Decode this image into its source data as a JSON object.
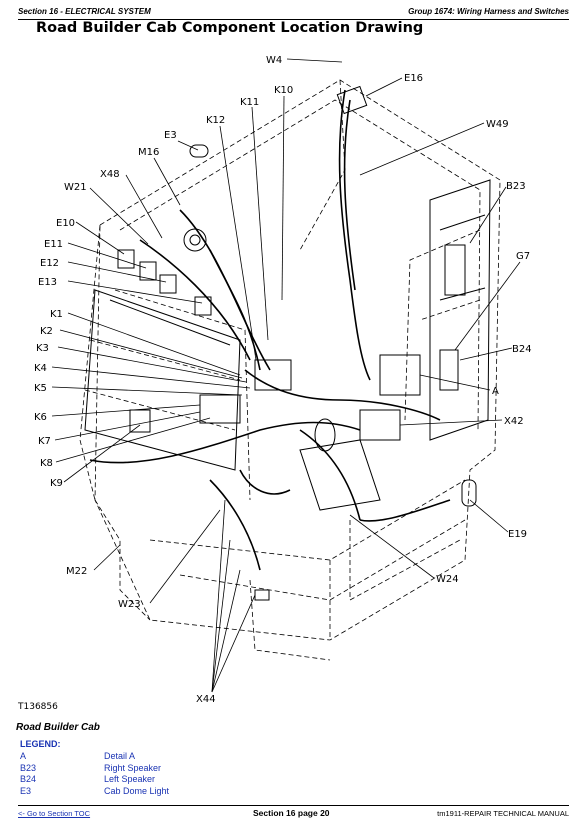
{
  "header": {
    "section": "Section 16 - ELECTRICAL SYSTEM",
    "group": "Group 1674: Wiring Harness and Switches"
  },
  "title": "Road Builder Cab Component Location Drawing",
  "figure_id": "T136856",
  "caption": "Road Builder Cab",
  "callouts": {
    "w4": "W4",
    "e16": "E16",
    "k10": "K10",
    "k11": "K11",
    "k12": "K12",
    "w49": "W49",
    "e3": "E3",
    "m16": "M16",
    "x48": "X48",
    "w21": "W21",
    "b23": "B23",
    "e10": "E10",
    "e11": "E11",
    "e12": "E12",
    "e13": "E13",
    "g7": "G7",
    "k1": "K1",
    "k2": "K2",
    "k3": "K3",
    "b24": "B24",
    "k4": "K4",
    "k5": "K5",
    "a": "A",
    "k6": "K6",
    "x42": "X42",
    "k7": "K7",
    "k8": "K8",
    "k9": "K9",
    "e19": "E19",
    "m22": "M22",
    "w24": "W24",
    "w23": "W23",
    "x44": "X44"
  },
  "legend": {
    "title": "LEGEND:",
    "items": [
      {
        "code": "A",
        "desc": "Detail A"
      },
      {
        "code": "B23",
        "desc": "Right Speaker"
      },
      {
        "code": "B24",
        "desc": "Left Speaker"
      },
      {
        "code": "E3",
        "desc": "Cab Dome Light"
      }
    ]
  },
  "footer": {
    "toc_link": "<- Go to Section TOC",
    "page": "Section 16 page 20",
    "manual": "tm1911-REPAIR TECHNICAL MANUAL"
  }
}
